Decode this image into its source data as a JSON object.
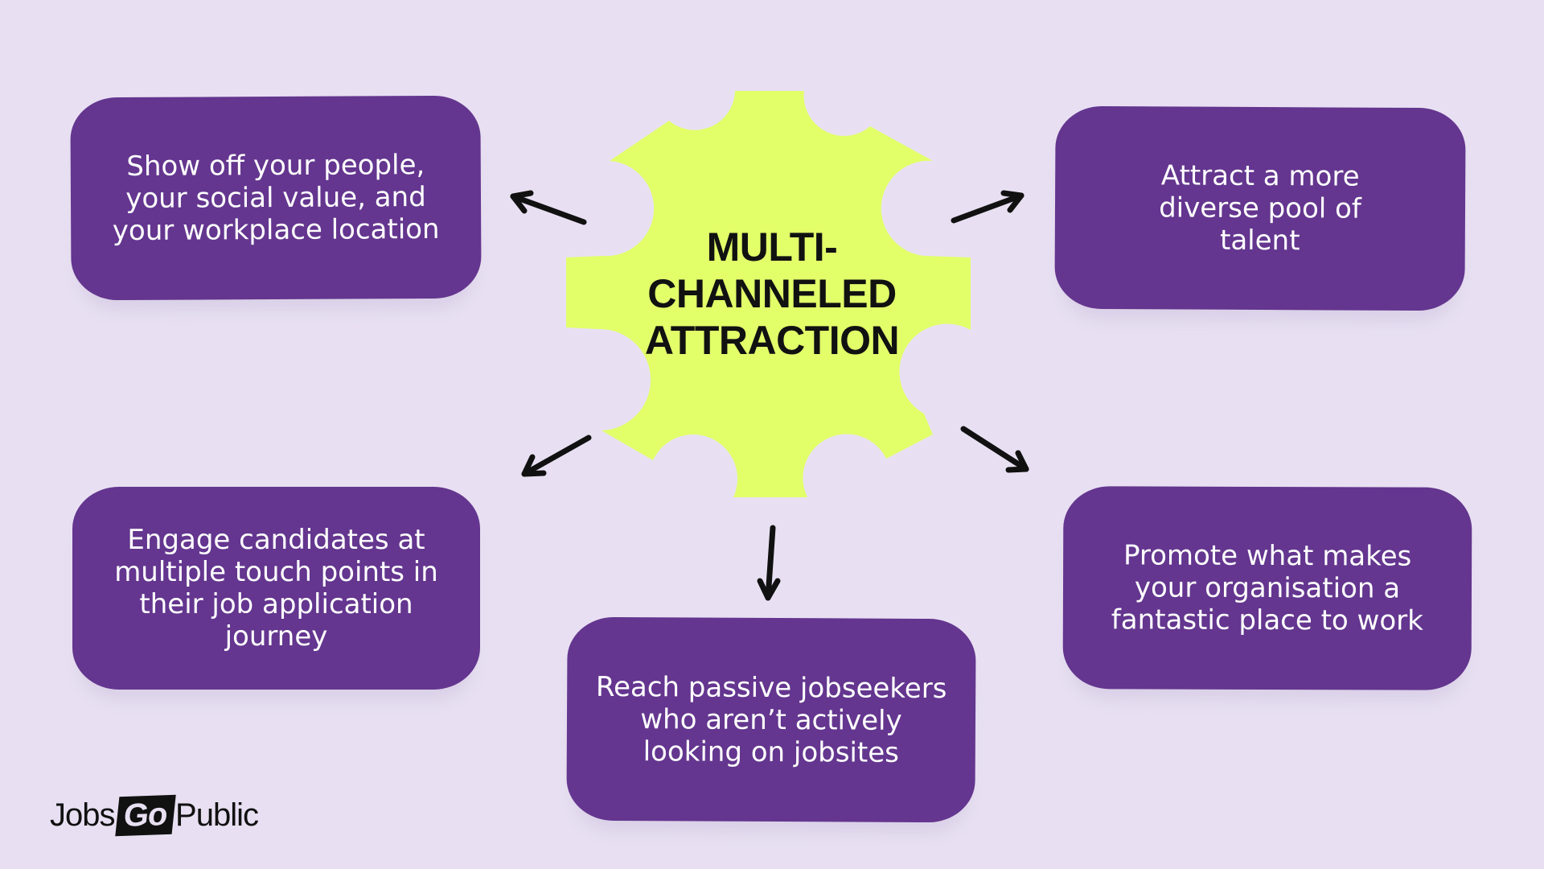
{
  "diagram": {
    "center_lines": [
      "MULTI-",
      "CHANNELED",
      "ATTRACTION"
    ],
    "cards": {
      "top_left": "Show off your people, your social value, and your workplace location",
      "top_right": "Attract a more diverse pool of talent",
      "middle_left": "Engage candidates at multiple touch points in their job application journey",
      "bottom_center": "Reach passive jobseekers who aren’t actively looking on jobsites",
      "bottom_right": "Promote what makes your organisation a fantastic place to work"
    }
  },
  "logo": {
    "part1": "Jobs",
    "part2": "Go",
    "part3": "Public"
  },
  "colors": {
    "background": "#e8e0f2",
    "card": "#64368f",
    "gear": "#e2ff6a",
    "text_dark": "#111111"
  }
}
